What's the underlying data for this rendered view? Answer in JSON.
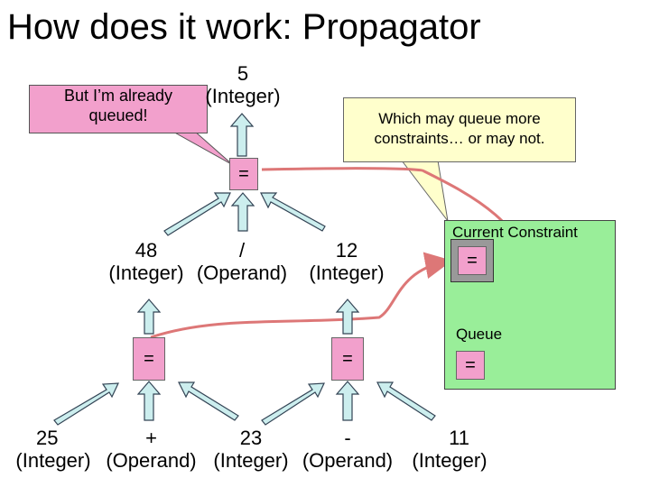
{
  "title": "How does it work: Propagator",
  "callouts": {
    "queued": [
      "But I’m already",
      "queued!"
    ],
    "may_queue": [
      "Which may queue more",
      "constraints… or may not."
    ]
  },
  "top": {
    "value": "5",
    "type": "(Integer)"
  },
  "middle": [
    {
      "value": "48",
      "type": "(Integer)"
    },
    {
      "value": "/",
      "type": "(Operand)"
    },
    {
      "value": "12",
      "type": "(Integer)"
    }
  ],
  "bottom": [
    {
      "value": "25",
      "type": "(Integer)"
    },
    {
      "value": "+",
      "type": "(Operand)"
    },
    {
      "value": "23",
      "type": "(Integer)"
    },
    {
      "value": "-",
      "type": "(Operand)"
    },
    {
      "value": "11",
      "type": "(Integer)"
    }
  ],
  "constraints": {
    "top": "=",
    "left": "=",
    "right": "="
  },
  "panel": {
    "current_label": "Current Constraint",
    "current_value": "=",
    "queue_label": "Queue",
    "queue_value": "="
  },
  "colors": {
    "arrow_fill": "#cceeee",
    "arrow_stroke": "#334455",
    "constraint_pink": "#f2a0cc",
    "callout_yellow": "#ffffcc",
    "panel_green": "#99ee99",
    "curve_red": "#dd7777"
  }
}
